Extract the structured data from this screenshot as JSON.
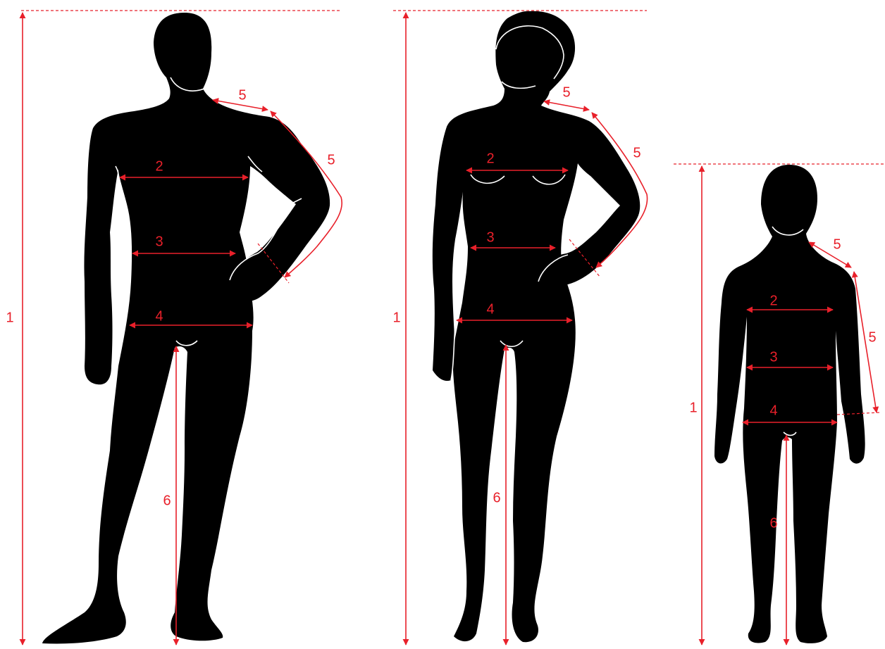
{
  "colors": {
    "accent": "#e8202a",
    "silhouette": "#000000",
    "background": "#ffffff"
  },
  "figures": [
    {
      "name": "man",
      "labels": {
        "height": "1",
        "chest": "2",
        "waist": "3",
        "hips": "4",
        "shoulder": "5",
        "sleeve": "5",
        "inseam": "6"
      }
    },
    {
      "name": "woman",
      "labels": {
        "height": "1",
        "chest": "2",
        "waist": "3",
        "hips": "4",
        "shoulder": "5",
        "sleeve": "5",
        "inseam": "6"
      }
    },
    {
      "name": "child",
      "labels": {
        "height": "1",
        "chest": "2",
        "waist": "3",
        "hips": "4",
        "shoulder": "5",
        "sleeve": "5",
        "inseam": "6"
      }
    }
  ]
}
